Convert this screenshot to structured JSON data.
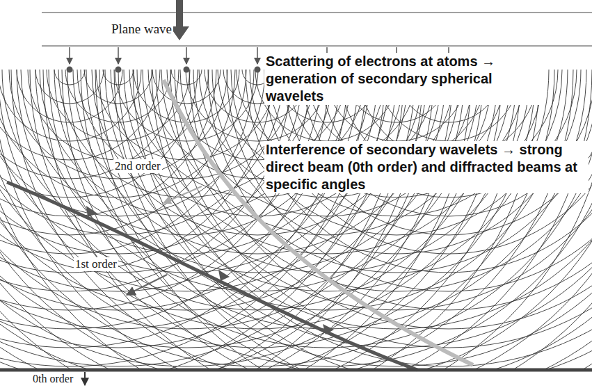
{
  "diagram": {
    "labels": [
      "Plane wave",
      "Atoms",
      "Scattering of electrons at atoms → generation of secondary spherical wavelets",
      "Interference of secondary wavelets → strong direct beam (0th order) and diffracted beams at specific angles",
      "2nd order",
      "1st order",
      "0th order"
    ]
  }
}
